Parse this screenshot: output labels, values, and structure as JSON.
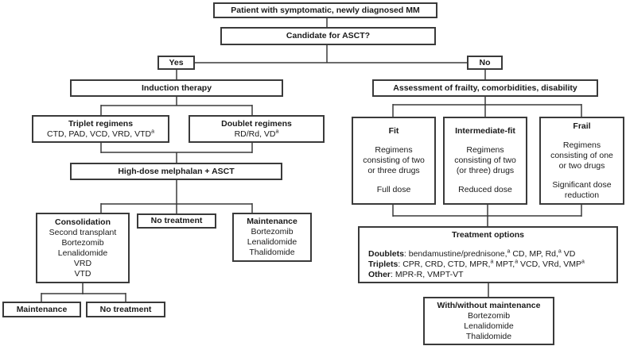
{
  "figure": {
    "description": "Treatment algorithm flowchart for patients with symptomatic, newly diagnosed multiple myeloma (MM)"
  },
  "colors": {
    "background": "#ffffff",
    "box_border": "#3a3a3a",
    "connector": "#3a3a3a",
    "text": "#1a1a1a"
  },
  "nodes": {
    "patient": {
      "title": "Patient with symptomatic, newly diagnosed MM"
    },
    "asct_question": {
      "title": "Candidate for ASCT?"
    },
    "yes": {
      "title": "Yes"
    },
    "no": {
      "title": "No"
    },
    "induction": {
      "title": "Induction therapy"
    },
    "triplet": {
      "title": "Triplet regimens",
      "lines": [
        "CTD, PAD, VCD, VRD, VTD^a"
      ]
    },
    "doublet": {
      "title": "Doublet regimens",
      "lines": [
        "RD/Rd, VD^a"
      ]
    },
    "hdm_asct": {
      "title": "High-dose melphalan + ASCT"
    },
    "consolidation": {
      "title": "Consolidation",
      "lines": [
        "Second transplant",
        "Bortezomib",
        "Lenalidomide",
        "VRD",
        "VTD"
      ]
    },
    "no_treatment_post_asct": {
      "title": "No treatment"
    },
    "maintenance_post_asct": {
      "title": "Maintenance",
      "lines": [
        "Bortezomib",
        "Lenalidomide",
        "Thalidomide"
      ]
    },
    "maintenance_post_consolidation": {
      "title": "Maintenance"
    },
    "no_treatment_post_consolidation": {
      "title": "No treatment"
    },
    "assessment": {
      "title": "Assessment of frailty, comorbidities, disability"
    },
    "fit": {
      "title": "Fit",
      "lines": [
        "",
        "Regimens",
        "consisting of two",
        "or three drugs",
        "",
        "Full dose"
      ]
    },
    "intermediate_fit": {
      "title": "Intermediate-fit",
      "lines": [
        "",
        "Regimens",
        "consisting of two",
        "(or three) drugs",
        "",
        "Reduced dose"
      ]
    },
    "frail": {
      "title": "Frail",
      "lines": [
        "",
        "Regimens",
        "consisting of one",
        "or two drugs",
        "",
        "Significant dose",
        "reduction"
      ]
    },
    "treatment_options": {
      "title": "Treatment options",
      "align": "left",
      "lines": [
        "",
        "**Doublets**: bendamustine/prednisone,^a CD, MP, Rd,^a VD",
        "**Triplets**: CPR, CRD, CTD, MPR,^a MPT,^a VCD, VRd, VMP^a",
        "**Other**: MPR-R, VMPT-VT"
      ]
    },
    "with_without_maintenance": {
      "title": "With/without maintenance",
      "lines": [
        "Bortezomib",
        "Lenalidomide",
        "Thalidomide"
      ]
    }
  }
}
